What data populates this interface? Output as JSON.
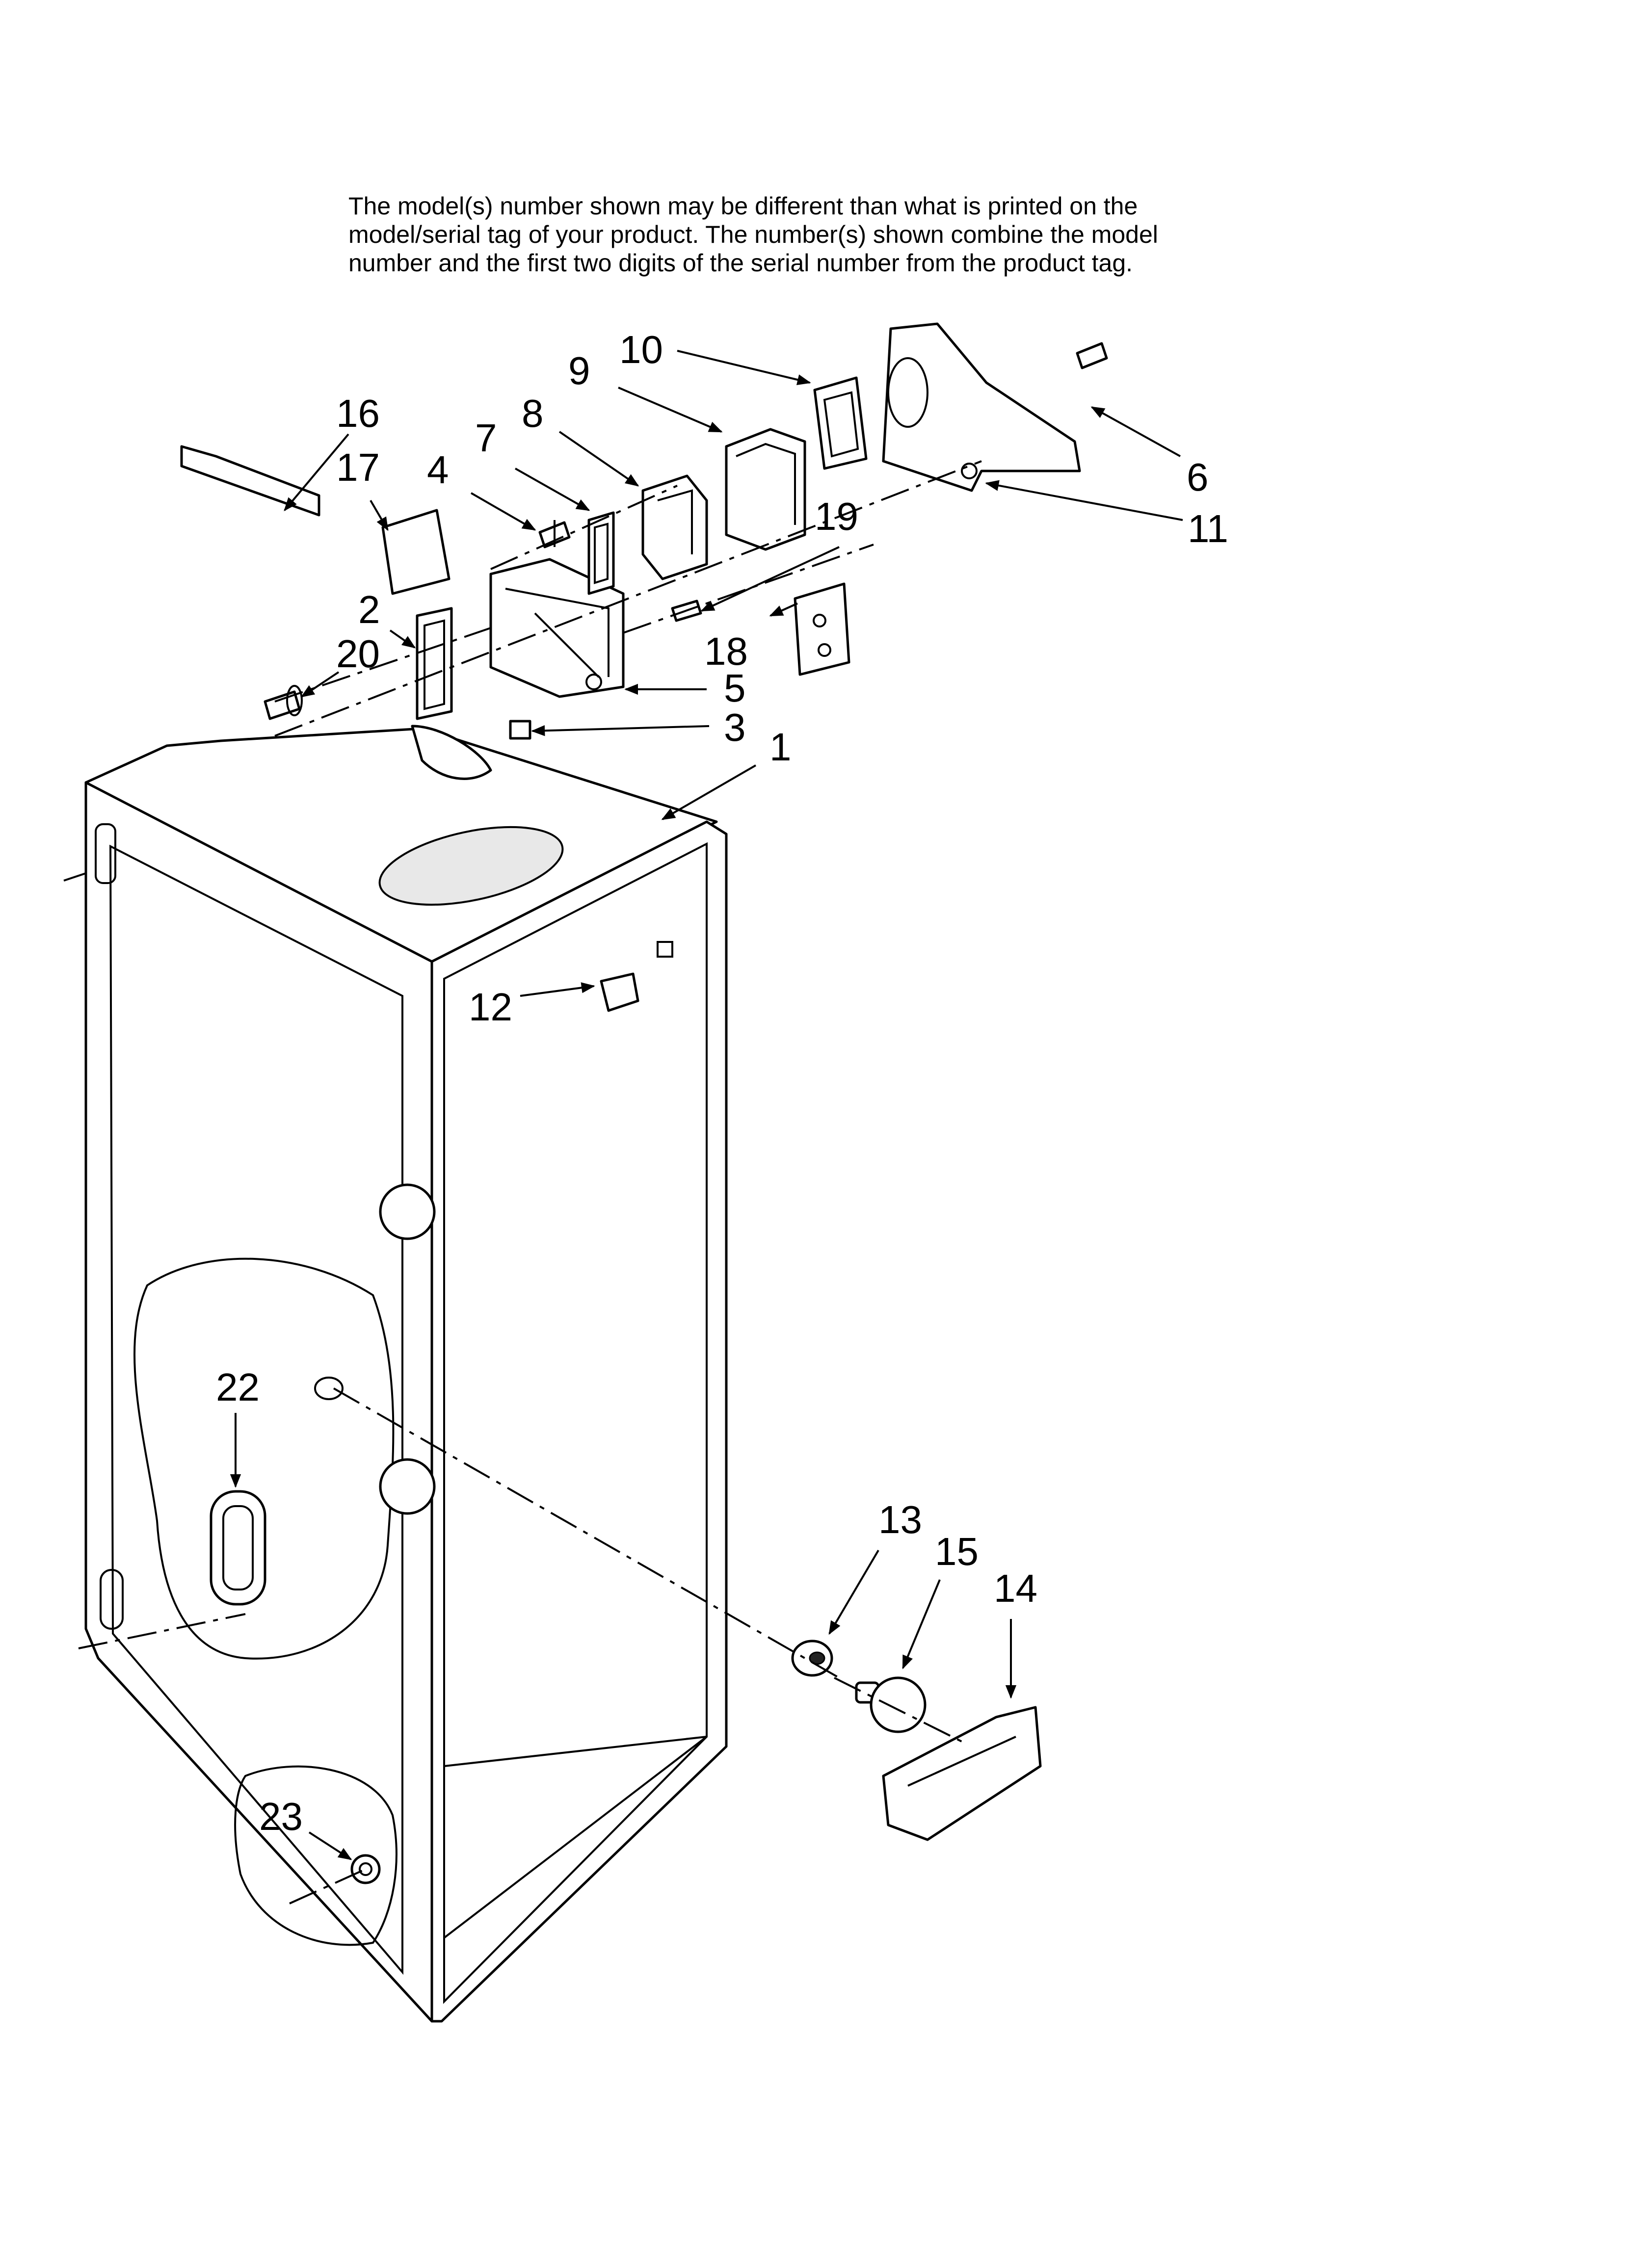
{
  "note": {
    "line1": "The model(s) number shown may be different than what is printed on the",
    "line2": "model/serial tag of your product. The number(s) shown combine the model",
    "line3": "number and the first two digits of the serial number from the product tag."
  },
  "callouts": {
    "c1": "1",
    "c2": "2",
    "c3": "3",
    "c4": "4",
    "c5": "5",
    "c6": "6",
    "c7": "7",
    "c8": "8",
    "c9": "9",
    "c10": "10",
    "c11": "11",
    "c12": "12",
    "c13": "13",
    "c14": "14",
    "c15": "15",
    "c16": "16",
    "c17": "17",
    "c18": "18",
    "c19": "19",
    "c20": "20",
    "c22": "22",
    "c23": "23"
  }
}
